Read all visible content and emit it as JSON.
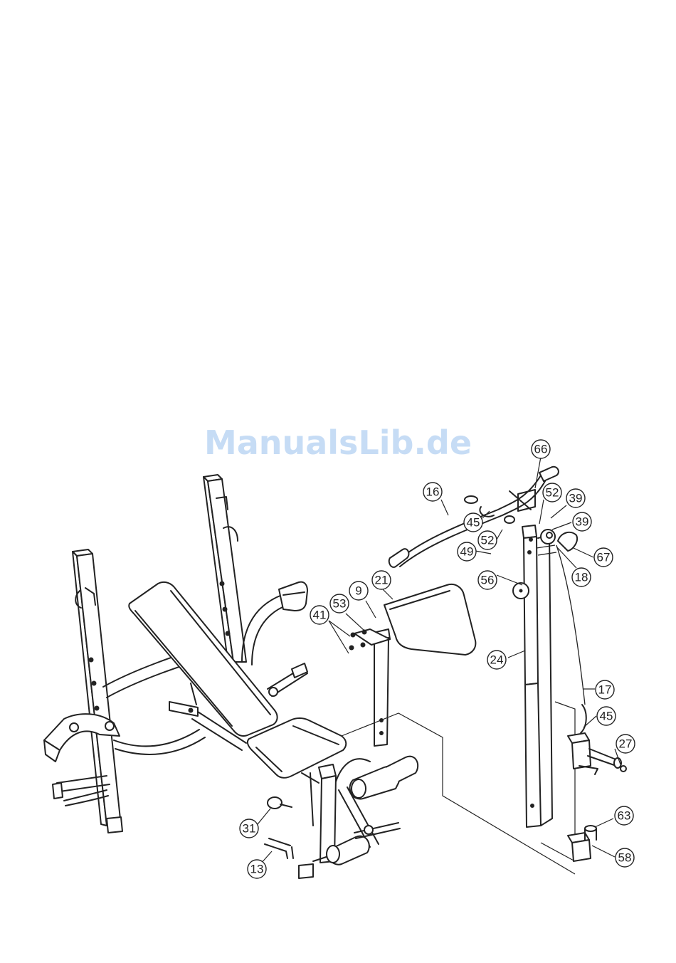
{
  "watermark": "ManualsLib.de",
  "callouts": [
    {
      "id": "66",
      "label": "66"
    },
    {
      "id": "16",
      "label": "16"
    },
    {
      "id": "52a",
      "label": "52"
    },
    {
      "id": "39a",
      "label": "39"
    },
    {
      "id": "45a",
      "label": "45"
    },
    {
      "id": "39b",
      "label": "39"
    },
    {
      "id": "52b",
      "label": "52"
    },
    {
      "id": "49",
      "label": "49"
    },
    {
      "id": "67",
      "label": "67"
    },
    {
      "id": "21",
      "label": "21"
    },
    {
      "id": "18",
      "label": "18"
    },
    {
      "id": "56",
      "label": "56"
    },
    {
      "id": "9",
      "label": "9"
    },
    {
      "id": "53",
      "label": "53"
    },
    {
      "id": "41",
      "label": "41"
    },
    {
      "id": "24",
      "label": "24"
    },
    {
      "id": "17",
      "label": "17"
    },
    {
      "id": "45b",
      "label": "45"
    },
    {
      "id": "27",
      "label": "27"
    },
    {
      "id": "63",
      "label": "63"
    },
    {
      "id": "31",
      "label": "31"
    },
    {
      "id": "58",
      "label": "58"
    },
    {
      "id": "13",
      "label": "13"
    }
  ]
}
